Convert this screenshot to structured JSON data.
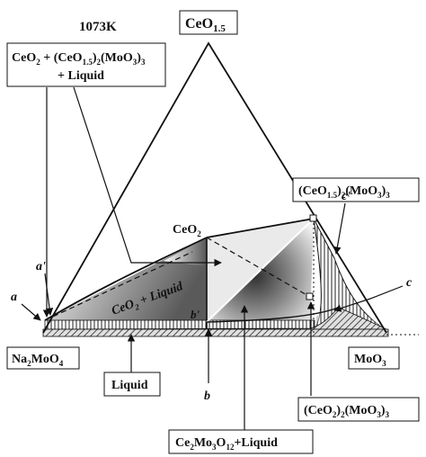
{
  "temperature": "1073K",
  "vertices": {
    "top_main": "CeO",
    "top_sub": "1.5",
    "left_main": "Na",
    "left_sub": "2",
    "left_tail": "MoO",
    "left_sub2": "4",
    "right_main": "MoO",
    "right_sub": "3"
  },
  "compounds": {
    "ceo2_main": "CeO",
    "ceo2_sub": "2",
    "top_right": {
      "a": "(CeO",
      "b": "1.5",
      "c": ")",
      "d": "2",
      "e": "(MoO",
      "f": "3",
      "g": ")",
      "h": "3"
    },
    "bottom_right": {
      "a": "(CeO",
      "b": "2",
      "c": ")",
      "d": "2",
      "e": "(MoO",
      "f": "3",
      "g": ")",
      "h": "3"
    }
  },
  "phase_labels": {
    "top_left_line1": {
      "a": "CeO",
      "b": "2",
      "c": " + (CeO",
      "d": "1.5",
      "e": ")",
      "f": "2",
      "g": "(MoO",
      "h": "3",
      "i": ")",
      "j": "3"
    },
    "top_left_line2": "+ Liquid",
    "ceo2_liquid": "CeO",
    "ceo2_liquid_sub": "2",
    "ceo2_liquid_tail": "+ Liquid",
    "liquid": "Liquid",
    "ce2mo3": {
      "a": "Ce",
      "b": "2",
      "c": "Mo",
      "d": "3",
      "e": "O",
      "f": "12",
      "g": "+Liquid"
    }
  },
  "point_labels": {
    "a": "a",
    "a_prime": "a'",
    "b": "b",
    "b_prime": "b'",
    "c": "c",
    "c_prime": "c'"
  }
}
